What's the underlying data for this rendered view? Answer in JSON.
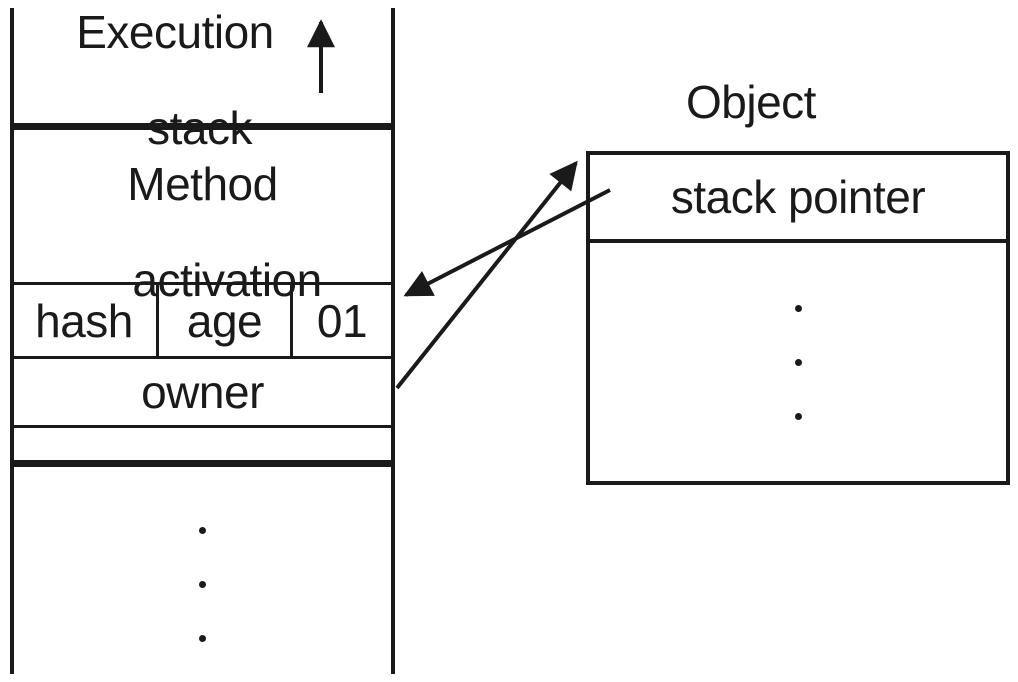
{
  "diagram": {
    "background_color": "#ffffff",
    "ink_color": "#1a1a1a",
    "execution_stack": {
      "title_line1": "Execution",
      "title_line2": "stack",
      "growth_direction_icon": "arrow-up",
      "method_activation_line1": "Method",
      "method_activation_line2": "activation",
      "header_fields": [
        "hash",
        "age",
        "01"
      ],
      "owner_field": "owner",
      "ellipsis_dot_count": 3
    },
    "object": {
      "title": "Object",
      "first_field": "stack pointer",
      "ellipsis_dot_count": 3
    }
  }
}
